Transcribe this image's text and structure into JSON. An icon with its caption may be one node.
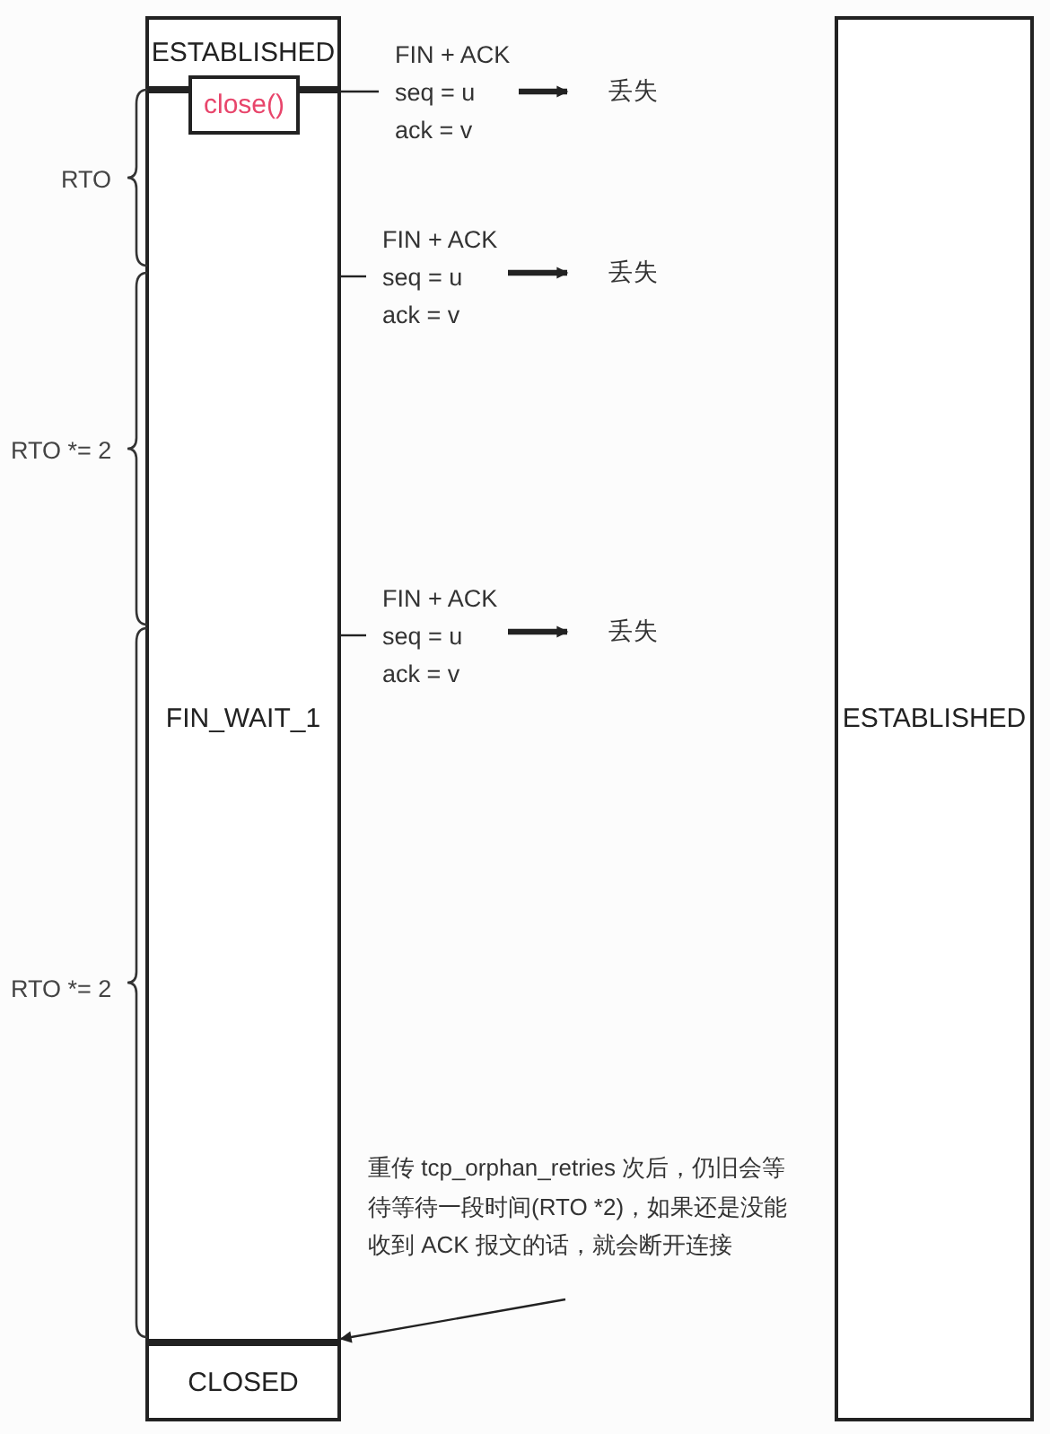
{
  "diagram": {
    "nodes": [
      {
        "text": [
          "ESTABLISHED"
        ]
      },
      {
        "text": [
          "close()"
        ]
      },
      {
        "text": [
          "FIN_WAIT_1"
        ]
      },
      {
        "text": [
          "CLOSED"
        ]
      },
      {
        "text": [
          "ESTABLISHED"
        ]
      },
      {
        "text": [
          "FIN + ACK",
          "seq = u",
          "ack = v"
        ]
      },
      {
        "text": [
          "丢失"
        ]
      },
      {
        "text": [
          "FIN + ACK",
          "seq = u",
          "ack = v"
        ]
      },
      {
        "text": [
          "丢失"
        ]
      },
      {
        "text": [
          "FIN + ACK",
          "seq = u",
          "ack = v"
        ]
      },
      {
        "text": [
          "丢失"
        ]
      },
      {
        "text": [
          "重传 tcp_orphan_retries 次后，仍旧会等待等待一段时间(RTO *2)，如果还是没能收到 ACK 报文的话，就会断开连接"
        ]
      }
    ],
    "edges": [
      {
        "from": 2,
        "to": 5,
        "arrow": "none"
      },
      {
        "from": 5,
        "to": 6,
        "arrow": "to",
        "style": "thick"
      },
      {
        "from": 2,
        "to": 7,
        "arrow": "none"
      },
      {
        "from": 7,
        "to": 8,
        "arrow": "to",
        "style": "thick"
      },
      {
        "from": 2,
        "to": 9,
        "arrow": "none"
      },
      {
        "from": 9,
        "to": 10,
        "arrow": "to",
        "style": "thick"
      },
      {
        "from": 11,
        "to": 3,
        "arrow": "to"
      }
    ],
    "labels": [
      "RTO",
      "RTO *= 2",
      "RTO *= 2"
    ]
  }
}
